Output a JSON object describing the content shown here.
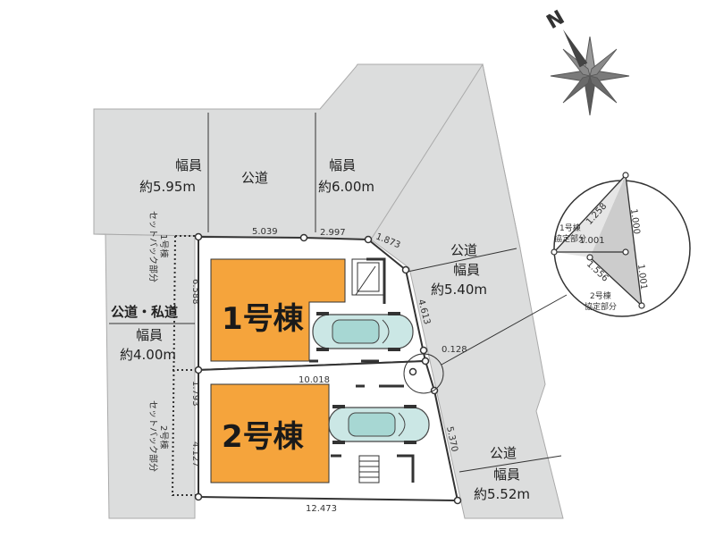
{
  "compass": {
    "label": "N"
  },
  "roads": [
    {
      "kind": "公道",
      "width_label": "幅員",
      "width_value": "約5.95m"
    },
    {
      "kind": "公道",
      "width_label": "幅員",
      "width_value": "約6.00m"
    },
    {
      "kind": "公道",
      "width_label": "幅員",
      "width_value": "約5.40m"
    },
    {
      "kind": "公道・私道",
      "width_label": "幅員",
      "width_value": "約4.00m"
    },
    {
      "kind": "公道",
      "width_label": "幅員",
      "width_value": "約5.52m"
    }
  ],
  "buildings": [
    {
      "label": "1号棟",
      "color": "#f5a43c"
    },
    {
      "label": "2号棟",
      "color": "#f5a43c"
    }
  ],
  "dimensions": [
    "5.039",
    "2.997",
    "1.873",
    "6.588",
    "4.613",
    "0.128",
    "10.018",
    "1.793",
    "4.127",
    "5.370",
    "12.473"
  ],
  "setbacks": [
    [
      "セットバック部分",
      "1号棟"
    ],
    [
      "セットバック部分",
      "2号棟"
    ]
  ],
  "detail": {
    "dims": [
      "1.258",
      "1.000",
      "1.001",
      "1.001",
      "1.556"
    ],
    "labels": [
      [
        "1号棟",
        "協定部分"
      ],
      [
        "2号棟",
        "協定部分"
      ]
    ]
  },
  "colors": {
    "road": "#dcdddd",
    "building": "#f5a43c",
    "line": "#333333"
  }
}
